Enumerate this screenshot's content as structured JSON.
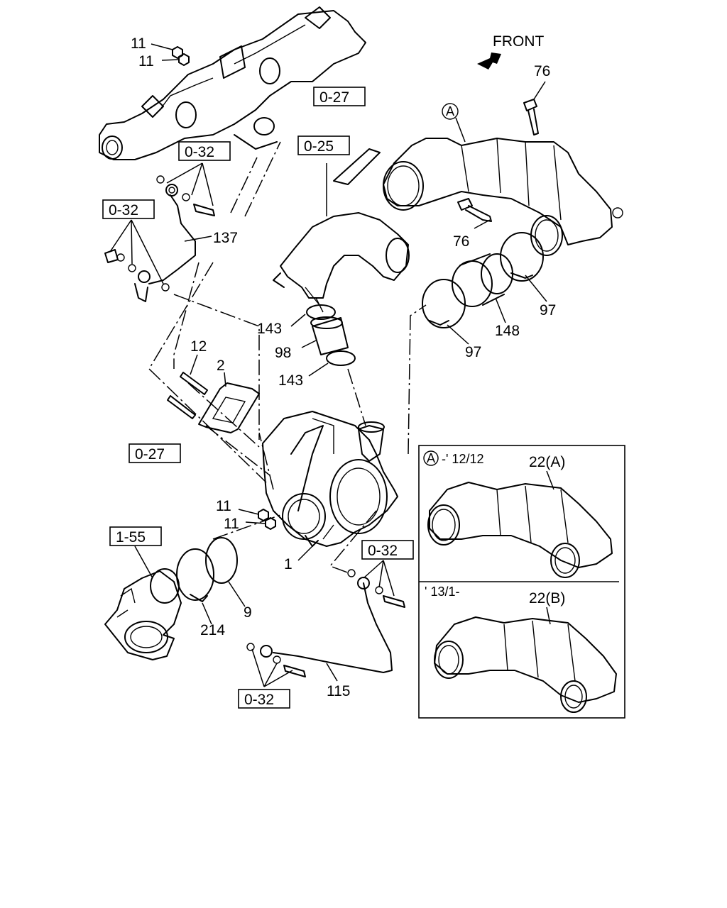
{
  "front_label": "FRONT",
  "circle_marker": "A",
  "ref_boxes": {
    "top_manifold": "0-27",
    "pipe_upper": "0-32",
    "left_bracket": "0-32",
    "elbow": "0-25",
    "studs": "0-27",
    "elbow_lower": "1-55",
    "oil_right": "0-32",
    "oil_bottom": "0-32"
  },
  "callouts": {
    "nut_a": "11",
    "nut_b": "11",
    "bolt_76_top": "76",
    "bolt_76_mid": "76",
    "pipe_137": "137",
    "gasket_143_top": "143",
    "hose_98": "98",
    "gasket_143_bottom": "143",
    "stud_12": "12",
    "gasket_2": "2",
    "clamp_97_right": "97",
    "hose_148": "148",
    "clamp_97_left": "97",
    "turbo_nut_a": "11",
    "turbo_nut_b": "11",
    "turbo_1": "1",
    "clamp_214": "214",
    "oring_9": "9",
    "pipe_115": "115"
  },
  "inset": {
    "top_marker": "A",
    "top_range": "-' 12/12",
    "top_part": "22(A)",
    "bottom_range": "' 13/1-",
    "bottom_part": "22(B)"
  }
}
